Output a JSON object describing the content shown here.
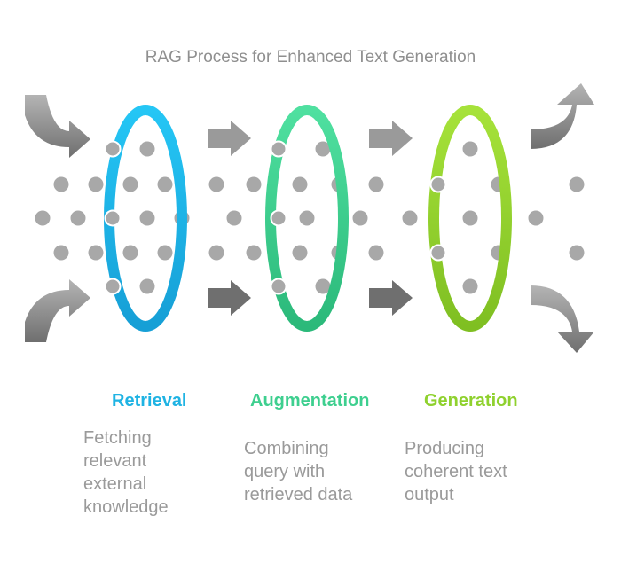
{
  "title": "RAG Process for Enhanced Text Generation",
  "stages": [
    {
      "name": "Retrieval",
      "description": "Fetching\nrelevant\nexternal\nknowledge",
      "color": "#1fb3e3"
    },
    {
      "name": "Augmentation",
      "description": "Combining\nquery with\nretrieved data",
      "color": "#3ecf8f"
    },
    {
      "name": "Generation",
      "description": "Producing\ncoherent text\noutput",
      "color": "#8fd12e"
    }
  ],
  "colors": {
    "arrow": "#8c8c8c",
    "dot": "#a8a8a8",
    "text": "#9a9a9a"
  }
}
